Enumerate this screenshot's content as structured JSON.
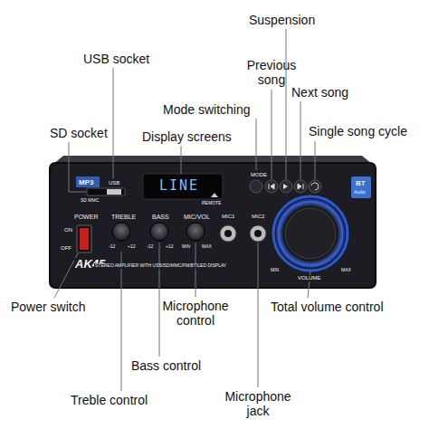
{
  "diagram": {
    "labels": [
      "Suspension",
      "USB socket",
      "Previous song",
      "Next song",
      "Mode switching",
      "Display screens",
      "SD socket",
      "Single song cycle",
      "Power switch",
      "Microphone control",
      "Total volume control",
      "Bass control",
      "Treble control",
      "Microphone jack",
      "MP3",
      "USB",
      "SD MMC",
      "LINE",
      "MODE",
      "POWER",
      "ON",
      "OFF",
      "TREBLE",
      "BASS",
      "MIC/VOL",
      "MIC1",
      "MIC2",
      "AK45",
      "STEREO AMPLIFIER WITH USB/SD/MMC/FM/BT/LED DISPLAY",
      "VOLUME",
      "REMOTE",
      "BT",
      "Audio",
      "-12",
      "+12",
      "-12",
      "+12",
      "MIN",
      "MAX",
      "MIN",
      "MAX"
    ]
  }
}
